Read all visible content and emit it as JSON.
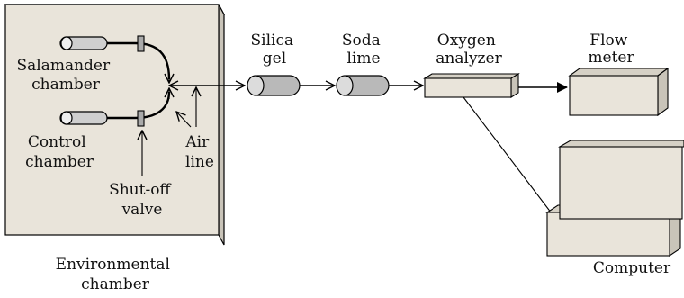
{
  "labels": {
    "salamander_chamber": [
      "Salamander",
      "chamber"
    ],
    "control_chamber": [
      "Control",
      "chamber"
    ],
    "shutoff_valve": [
      "Shut-off",
      "valve"
    ],
    "air_line": [
      "Air",
      "line"
    ],
    "environmental_chamber": [
      "Environmental",
      "chamber"
    ],
    "silica_gel": [
      "Silica",
      "gel"
    ],
    "soda_lime": [
      "Soda",
      "lime"
    ],
    "oxygen_analyzer": [
      "Oxygen",
      "analyzer"
    ],
    "flow_meter": [
      "Flow",
      "meter"
    ],
    "computer": "Computer"
  },
  "colors": {
    "box_fill": "#e9e4da",
    "box_side": "#d6d1c6",
    "tube_fill": "#b9b9b9",
    "tube_cap": "#dcdcdc",
    "line": "#000000"
  }
}
